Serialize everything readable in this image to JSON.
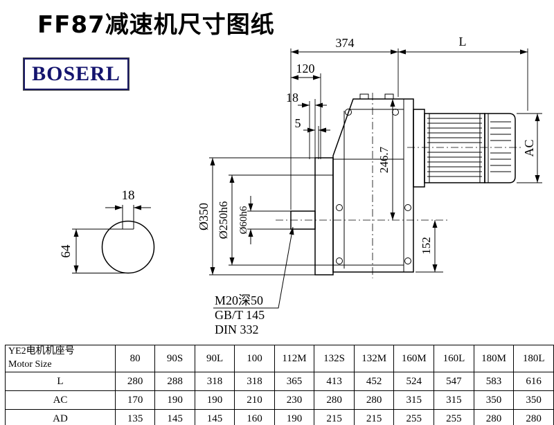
{
  "title": "FF87减速机尺寸图纸",
  "logo": {
    "text": "BOSERL"
  },
  "drawing": {
    "dim_374": "374",
    "dim_L": "L",
    "dim_120": "120",
    "dim_18_top": "18",
    "dim_5": "5",
    "dim_AC": "AC",
    "dim_246_7": "246.7",
    "dim_152": "152",
    "dia_350": "Ø350",
    "dia_250": "Ø250h6",
    "dia_60": "Ø60h6",
    "shaft_key_width": "18",
    "shaft_key_height": "64",
    "note_thread": "M20深50",
    "note_gb": "GB/T 145",
    "note_din": "DIN 332"
  },
  "table": {
    "motor_header_cn": "YE2电机机座号",
    "motor_header_en": "Motor Size",
    "sizes": [
      "80",
      "90S",
      "90L",
      "100",
      "112M",
      "132S",
      "132M",
      "160M",
      "160L",
      "180M",
      "180L"
    ],
    "rows": [
      {
        "label": "L",
        "values": [
          "280",
          "288",
          "318",
          "318",
          "365",
          "413",
          "452",
          "524",
          "547",
          "583",
          "616"
        ]
      },
      {
        "label": "AC",
        "values": [
          "170",
          "190",
          "190",
          "210",
          "230",
          "280",
          "280",
          "315",
          "315",
          "350",
          "350"
        ]
      },
      {
        "label": "AD",
        "values": [
          "135",
          "145",
          "145",
          "160",
          "190",
          "215",
          "215",
          "255",
          "255",
          "280",
          "280"
        ]
      }
    ]
  }
}
